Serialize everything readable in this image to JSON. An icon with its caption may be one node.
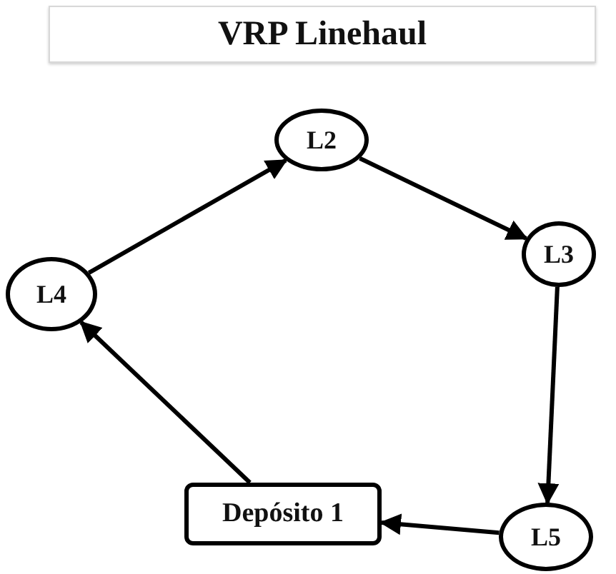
{
  "diagram": {
    "title": "VRP Linehaul",
    "nodes": [
      {
        "text": [
          "L2"
        ]
      },
      {
        "text": [
          "L3"
        ]
      },
      {
        "text": [
          "L4"
        ]
      },
      {
        "text": [
          "Depósito 1"
        ]
      },
      {
        "text": [
          "L5"
        ]
      }
    ],
    "edges": [
      {
        "from": 2,
        "to": 0,
        "arrow": "to"
      },
      {
        "from": 0,
        "to": 1,
        "arrow": "to"
      },
      {
        "from": 1,
        "to": 4,
        "arrow": "to"
      },
      {
        "from": 4,
        "to": 3,
        "arrow": "to"
      },
      {
        "from": 3,
        "to": 2,
        "arrow": "to"
      }
    ]
  }
}
